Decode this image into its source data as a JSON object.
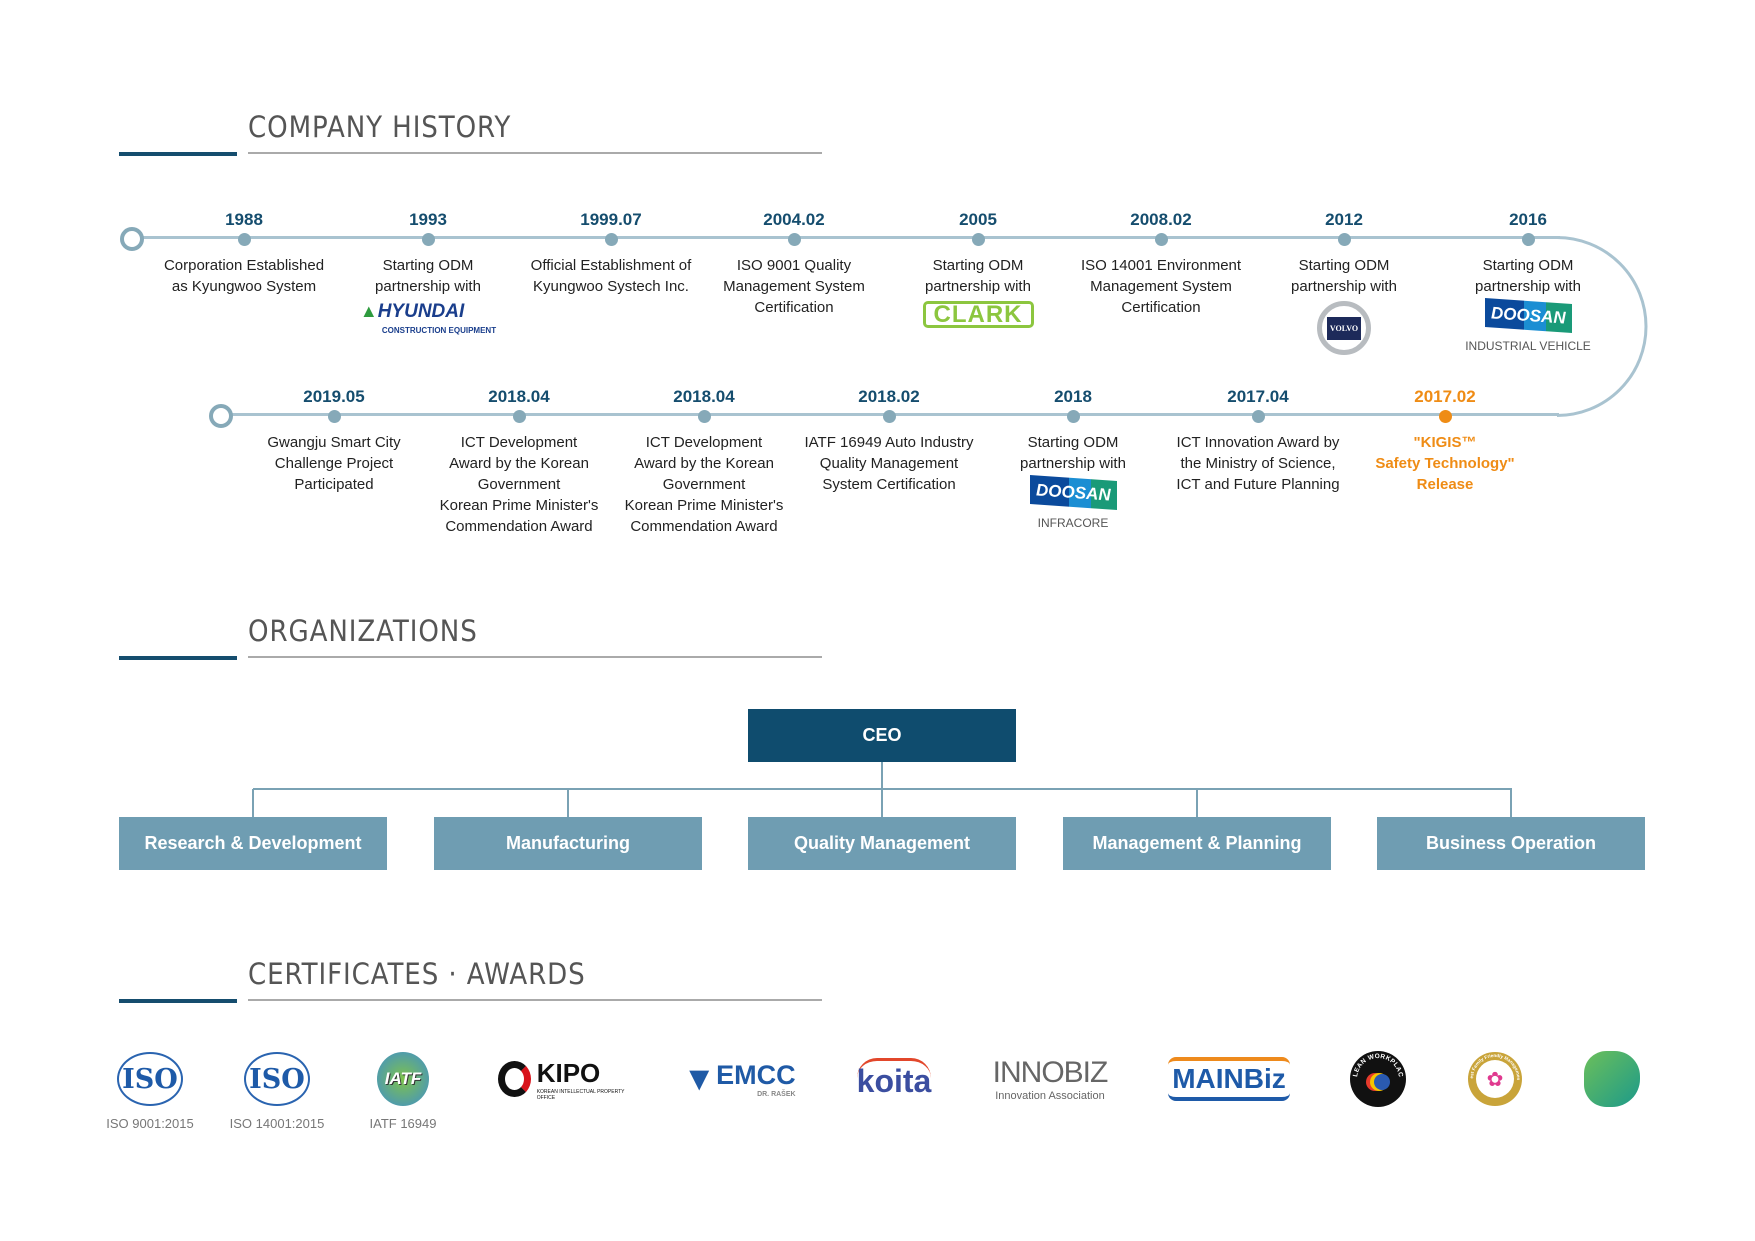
{
  "sections": {
    "history": "COMPANY HISTORY",
    "organizations": "ORGANIZATIONS",
    "certificates": "CERTIFICATES · AWARDS"
  },
  "colors": {
    "primary": "#0f4c6e",
    "secondary": "#6f9db2",
    "timeline": "#86a9b8",
    "highlight": "#ef8c15"
  },
  "timeline_row1": [
    {
      "year": "1988",
      "lines": [
        "Corporation Established",
        "as Kyungwoo System"
      ]
    },
    {
      "year": "1993",
      "lines": [
        "Starting ODM",
        "partnership with"
      ],
      "logo": "hyundai",
      "logo_text": "HYUNDAI",
      "logo_sub": "CONSTRUCTION EQUIPMENT"
    },
    {
      "year": "1999.07",
      "lines": [
        "Official Establishment of",
        "Kyungwoo Systech Inc."
      ]
    },
    {
      "year": "2004.02",
      "lines": [
        "ISO 9001 Quality",
        "Management System",
        "Certification"
      ]
    },
    {
      "year": "2005",
      "lines": [
        "Starting ODM",
        "partnership with"
      ],
      "logo": "clark",
      "logo_text": "CLARK"
    },
    {
      "year": "2008.02",
      "lines": [
        "ISO 14001 Environment",
        "Management System",
        "Certification"
      ]
    },
    {
      "year": "2012",
      "lines": [
        "Starting ODM",
        "partnership with"
      ],
      "logo": "volvo",
      "logo_text": "VOLVO"
    },
    {
      "year": "2016",
      "lines": [
        "Starting ODM",
        "partnership with"
      ],
      "logo": "doosan",
      "logo_text": "DOOSAN",
      "logo_sub": "INDUSTRIAL VEHICLE"
    }
  ],
  "timeline_row2": [
    {
      "year": "2019.05",
      "lines": [
        "Gwangju Smart City",
        "Challenge Project",
        "Participated"
      ]
    },
    {
      "year": "2018.04",
      "lines": [
        "ICT Development",
        "Award by the Korean",
        "Government",
        "Korean Prime Minister's",
        "Commendation Award"
      ]
    },
    {
      "year": "2018.04",
      "lines": [
        "ICT Development",
        "Award by the Korean",
        "Government",
        "Korean Prime Minister's",
        "Commendation Award"
      ]
    },
    {
      "year": "2018.02",
      "lines": [
        "IATF 16949 Auto Industry",
        "Quality Management",
        "System Certification"
      ]
    },
    {
      "year": "2018",
      "lines": [
        "Starting ODM",
        "partnership with"
      ],
      "logo": "doosan",
      "logo_text": "DOOSAN",
      "logo_sub": "INFRACORE"
    },
    {
      "year": "2017.04",
      "lines": [
        "ICT Innovation Award by",
        "the Ministry of Science,",
        "ICT and Future Planning"
      ]
    },
    {
      "year": "2017.02",
      "lines": [
        "\"KIGIS™",
        "Safety Technology\"",
        "Release"
      ],
      "highlight": true
    }
  ],
  "org": {
    "ceo": "CEO",
    "departments": [
      "Research & Development",
      "Manufacturing",
      "Quality Management",
      "Management & Planning",
      "Business Operation"
    ]
  },
  "certificates": [
    {
      "logo": "iso",
      "mark": "ISO",
      "label": "ISO 9001:2015"
    },
    {
      "logo": "iso",
      "mark": "ISO",
      "label": "ISO 14001:2015"
    },
    {
      "logo": "iatf",
      "mark": "IATF",
      "label": "IATF 16949"
    },
    {
      "logo": "kipo",
      "mark": "KIPO",
      "sub": "KOREAN INTELLECTUAL PROPERTY OFFICE"
    },
    {
      "logo": "emcc",
      "mark": "EMCC",
      "sub": "DR. RAŠEK"
    },
    {
      "logo": "koita",
      "mark": "koita"
    },
    {
      "logo": "innobiz",
      "mark": "INNOBIZ",
      "sub": "Innovation Association"
    },
    {
      "logo": "mainbiz",
      "mark": "MAINBiz"
    },
    {
      "logo": "clean-workplace",
      "mark": "CLEAN WORKPLACE"
    },
    {
      "logo": "family-friendly",
      "mark": "Best Family Friendly Management"
    },
    {
      "logo": "green-company",
      "mark": "green-seal"
    }
  ]
}
